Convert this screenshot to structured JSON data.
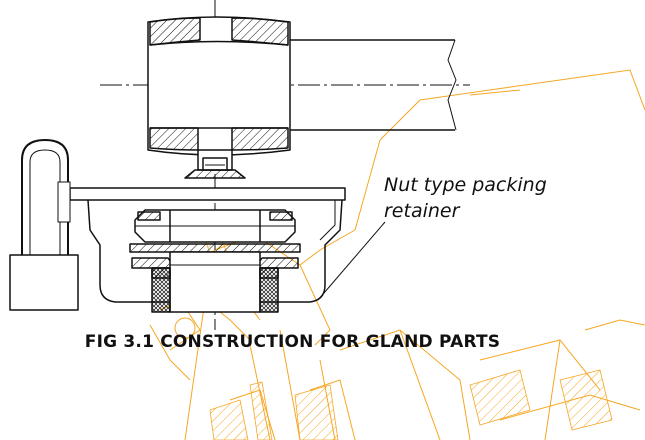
{
  "callout": {
    "line1": "Nut type packing",
    "line2": "retainer"
  },
  "caption": "FIG 3.1 CONSTRUCTION FOR GLAND PARTS",
  "colors": {
    "ink": "#111111",
    "background_overlay": "#f5a623",
    "background": "#ffffff"
  }
}
